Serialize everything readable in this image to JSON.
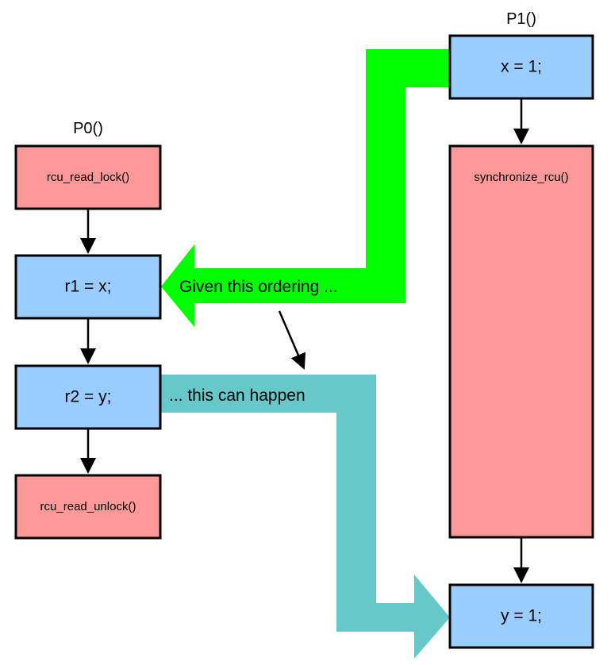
{
  "headers": {
    "p0": "P0()",
    "p1": "P1()"
  },
  "p0_boxes": {
    "lock": "rcu_read_lock()",
    "r1": "r1 = x;",
    "r2": "r2 = y;",
    "unlock": "rcu_read_unlock()"
  },
  "p1_boxes": {
    "x": "x = 1;",
    "sync": "synchronize_rcu()",
    "y": "y = 1;"
  },
  "annotations": {
    "given": "Given this ordering ...",
    "can_happen": "... this can happen"
  },
  "colors": {
    "red_box": "#ff9999",
    "blue_box": "#99ccff",
    "green_arrow": "#00ff00",
    "teal_arrow": "#66c8c8"
  }
}
